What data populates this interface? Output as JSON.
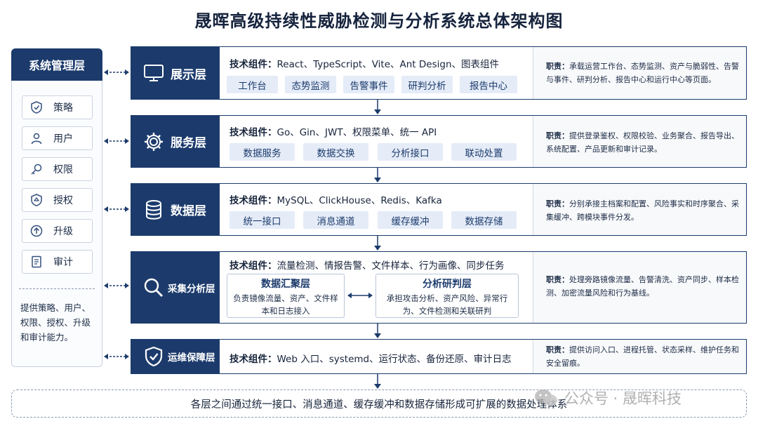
{
  "title": "晟晖高级持续性威胁检测与分析系统总体架构图",
  "management": {
    "header": "系统管理层",
    "items": [
      {
        "label": "策略",
        "icon": "shield-check-icon"
      },
      {
        "label": "用户",
        "icon": "user-icon"
      },
      {
        "label": "权限",
        "icon": "key-icon"
      },
      {
        "label": "授权",
        "icon": "badge-icon"
      },
      {
        "label": "升级",
        "icon": "upload-icon"
      },
      {
        "label": "审计",
        "icon": "document-icon"
      }
    ],
    "description": "提供策略、用户、权限、授权、升级和审计能力。"
  },
  "layers": [
    {
      "name": "展示层",
      "icon": "monitor-icon",
      "tech_label": "技术组件：",
      "tech": "React、TypeScript、Vite、Ant Design、图表组件",
      "chips": [
        "工作台",
        "态势监测",
        "告警事件",
        "研判分析",
        "报告中心"
      ],
      "duty_label": "职责：",
      "duty": "承载运营工作台、态势监测、资产与脆弱性、告警与事件、研判分析、报告中心和运行中心等页面。"
    },
    {
      "name": "服务层",
      "icon": "gear-icon",
      "tech_label": "技术组件：",
      "tech": "Go、Gin、JWT、权限菜单、统一 API",
      "chips": [
        "数据服务",
        "数据交换",
        "分析接口",
        "联动处置"
      ],
      "duty_label": "职责：",
      "duty": "提供登录鉴权、权限校验、业务聚合、报告导出、系统配置、产品更新和审计记录。"
    },
    {
      "name": "数据层",
      "icon": "database-icon",
      "tech_label": "技术组件：",
      "tech": "MySQL、ClickHouse、Redis、Kafka",
      "chips": [
        "统一接口",
        "消息通道",
        "缓存缓冲",
        "数据存储"
      ],
      "duty_label": "职责：",
      "duty": "分别承接主档案和配置、风险事实和时序聚合、采集缓冲、跨模块事件分发。"
    },
    {
      "name": "采集分析层",
      "icon": "search-icon",
      "tech_label": "技术组件：",
      "tech": "流量检测、情报告警、文件样本、行为画像、同步任务",
      "sub_left": {
        "title": "数据汇聚层",
        "desc": "负责镜像流量、资产、文件样本和日志接入"
      },
      "sub_right": {
        "title": "分析研判层",
        "desc": "承担攻击分析、资产风险、异常行为、文件检测和关联研判"
      },
      "duty_label": "职责：",
      "duty": "处理旁路镜像流量、告警清洗、资产同步、样本检测、加密流量风险和行为基线。"
    },
    {
      "name": "运维保障层",
      "icon": "shield-check-icon",
      "tech_label": "技术组件：",
      "tech": "Web 入口、systemd、运行状态、备份还原、审计日志",
      "duty_label": "职责：",
      "duty": "提供访问入口、进程托管、状态采样、维护任务和安全留痕。"
    }
  ],
  "footer": "各层之间通过统一接口、消息通道、缓存缓冲和数据存储形成可扩展的数据处理体系",
  "watermark": "公众号 · 晟晖科技",
  "colors": {
    "navy": "#1c3b6c",
    "chip": "#e5ecf8",
    "border": "#c7d0de"
  }
}
